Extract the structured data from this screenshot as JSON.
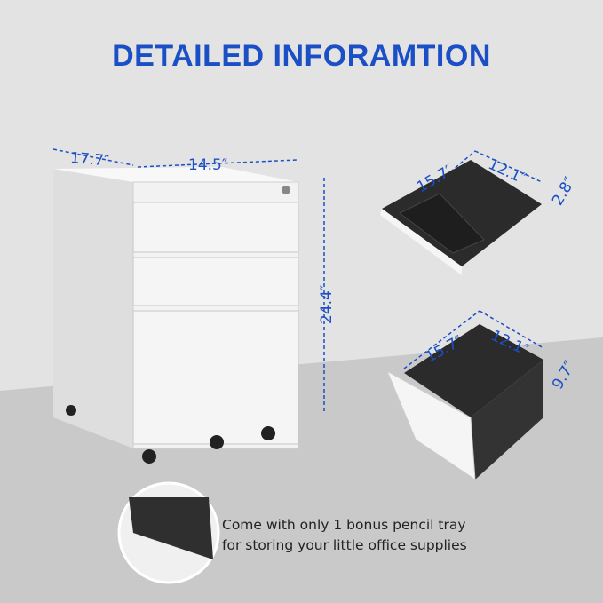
{
  "title": "DETAILED INFORAMTION",
  "colors": {
    "accent": "#1b4fc6",
    "wall": "#e3e3e3",
    "floor": "#c9c9c9",
    "cabinet": "#f4f4f4",
    "drawer_interior": "#2b2b2b"
  },
  "cabinet_dimensions": {
    "depth": "17.7″",
    "width": "14.5″",
    "height": "24.4″"
  },
  "small_drawer": {
    "depth": "15.7″",
    "width": "12.1″",
    "height": "2.8″"
  },
  "file_drawer": {
    "depth": "15.7″",
    "width": "12.1″",
    "height": "9.7″"
  },
  "caption": {
    "line1": "Come with only 1 bonus pencil tray",
    "line2": "for storing your little office supplies"
  }
}
